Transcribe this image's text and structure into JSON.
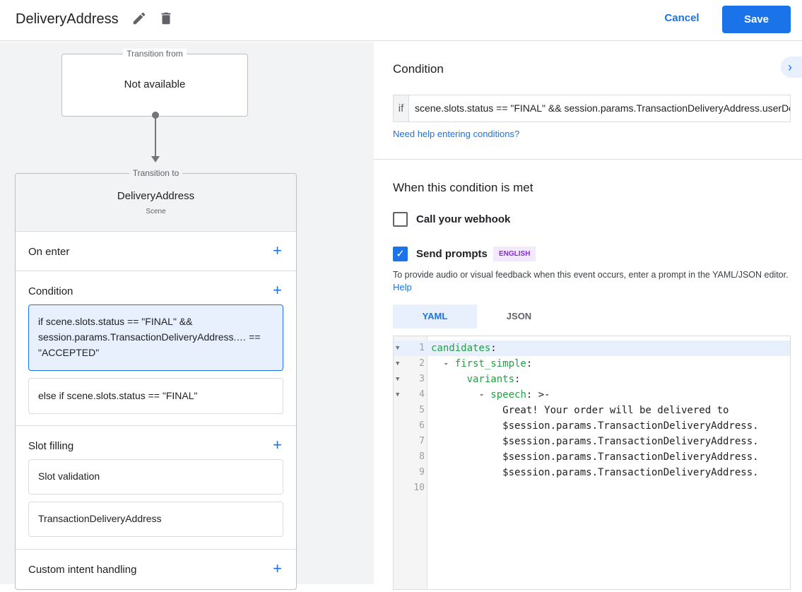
{
  "header": {
    "title": "DeliveryAddress",
    "edit_icon": "pencil-icon",
    "delete_icon": "trash-icon",
    "cancel": "Cancel",
    "save": "Save"
  },
  "flow": {
    "from_label": "Transition from",
    "from_value": "Not available",
    "to_label": "Transition to",
    "scene_name": "DeliveryAddress",
    "scene_type": "Scene",
    "sections": {
      "on_enter": "On enter",
      "condition": "Condition",
      "slot_filling": "Slot filling",
      "custom_intent": "Custom intent handling"
    },
    "conditions": [
      "if scene.slots.status == \"FINAL\" && session.params.TransactionDeliveryAddress.… == \"ACCEPTED\"",
      "else if scene.slots.status == \"FINAL\""
    ],
    "slots": [
      "Slot validation",
      "TransactionDeliveryAddress"
    ]
  },
  "panel": {
    "title": "Condition",
    "if": "if",
    "condition_value": "scene.slots.status == \"FINAL\" && session.params.TransactionDeliveryAddress.userDecision == \"ACCEPTED\"",
    "help_link": "Need help entering conditions?",
    "met_title": "When this condition is met",
    "webhook": "Call your webhook",
    "webhook_checked": false,
    "prompts": "Send prompts",
    "prompts_checked": true,
    "badge": "ENGLISH",
    "desc": "To provide audio or visual feedback when this event occurs, enter a prompt in the YAML/JSON editor.",
    "desc_link": "Help",
    "tabs": [
      "YAML",
      "JSON"
    ],
    "active_tab": "YAML"
  },
  "editor": {
    "lines": [
      {
        "n": "1",
        "indent": "",
        "key": "candidates",
        "rest": ":"
      },
      {
        "n": "2",
        "indent": "  - ",
        "key": "first_simple",
        "rest": ":"
      },
      {
        "n": "3",
        "indent": "      ",
        "key": "variants",
        "rest": ":"
      },
      {
        "n": "4",
        "indent": "        - ",
        "key": "speech",
        "rest": ": >-"
      },
      {
        "n": "5",
        "indent": "",
        "key": "",
        "rest": "            Great! Your order will be delivered to"
      },
      {
        "n": "6",
        "indent": "",
        "key": "",
        "rest": "            $session.params.TransactionDeliveryAddress."
      },
      {
        "n": "7",
        "indent": "",
        "key": "",
        "rest": "            $session.params.TransactionDeliveryAddress."
      },
      {
        "n": "8",
        "indent": "",
        "key": "",
        "rest": "            $session.params.TransactionDeliveryAddress."
      },
      {
        "n": "9",
        "indent": "",
        "key": "",
        "rest": "            $session.params.TransactionDeliveryAddress."
      },
      {
        "n": "10",
        "indent": "",
        "key": "",
        "rest": ""
      }
    ]
  }
}
